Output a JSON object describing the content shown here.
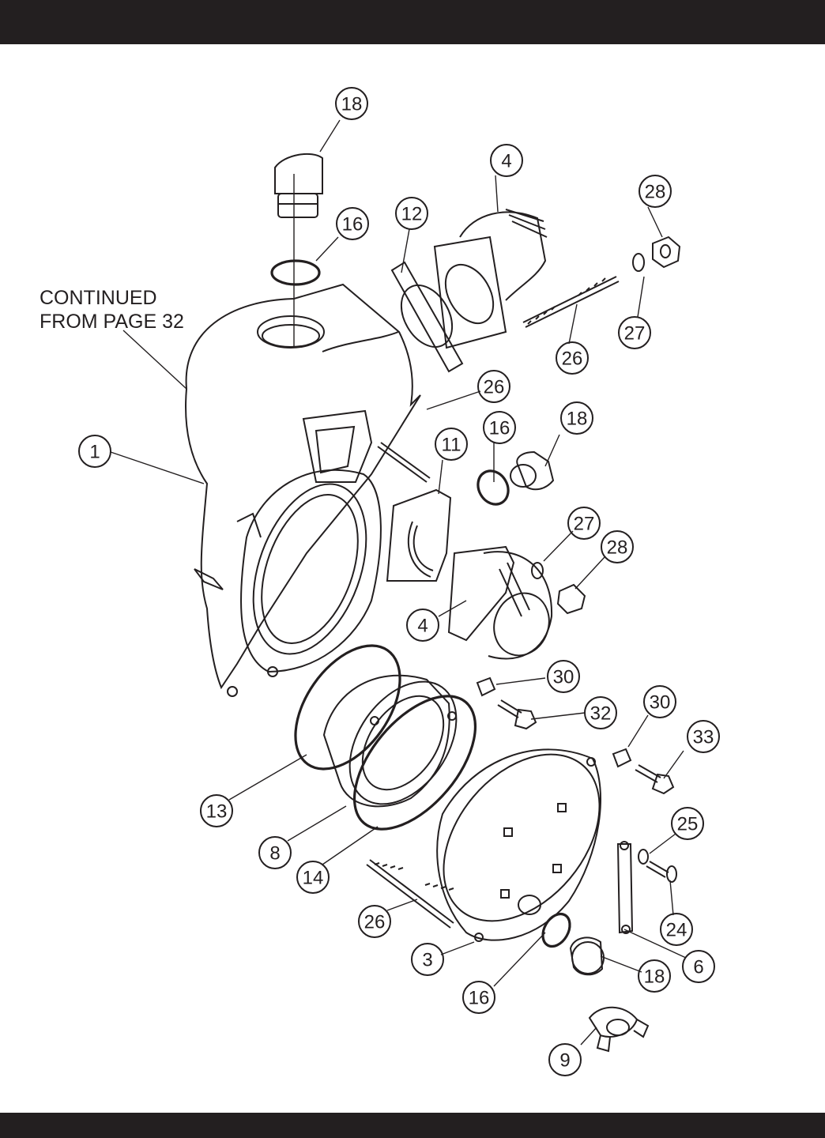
{
  "caption": {
    "line1": "CONTINUED",
    "line2": "FROM PAGE 32"
  },
  "callouts": [
    {
      "label": "18"
    },
    {
      "label": "4"
    },
    {
      "label": "28"
    },
    {
      "label": "12"
    },
    {
      "label": "16"
    },
    {
      "label": "27"
    },
    {
      "label": "26"
    },
    {
      "label": "26"
    },
    {
      "label": "18"
    },
    {
      "label": "16"
    },
    {
      "label": "11"
    },
    {
      "label": "1"
    },
    {
      "label": "27"
    },
    {
      "label": "28"
    },
    {
      "label": "4"
    },
    {
      "label": "30"
    },
    {
      "label": "32"
    },
    {
      "label": "30"
    },
    {
      "label": "33"
    },
    {
      "label": "13"
    },
    {
      "label": "25"
    },
    {
      "label": "8"
    },
    {
      "label": "14"
    },
    {
      "label": "24"
    },
    {
      "label": "26"
    },
    {
      "label": "6"
    },
    {
      "label": "3"
    },
    {
      "label": "18"
    },
    {
      "label": "16"
    },
    {
      "label": "9"
    }
  ]
}
